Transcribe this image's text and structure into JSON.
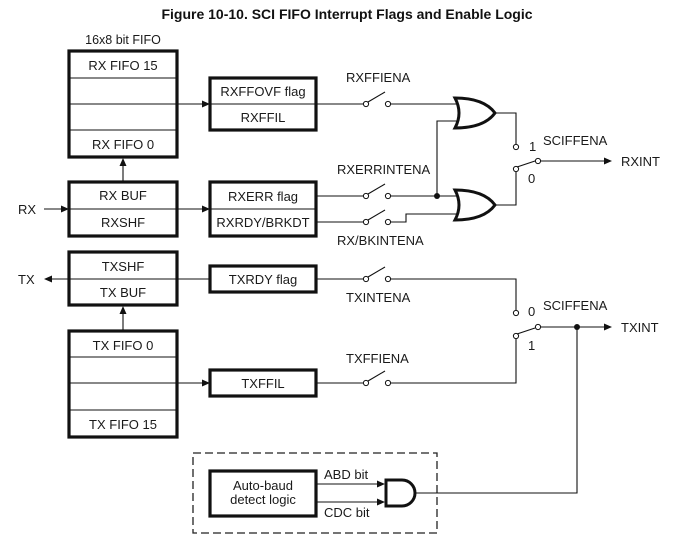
{
  "figure": {
    "title": "Figure 10-10. SCI FIFO Interrupt Flags and Enable Logic",
    "fifo_caption": "16x8 bit FIFO"
  },
  "rx_fifo": {
    "top_label": "RX FIFO 15",
    "bottom_label": "RX FIFO 0"
  },
  "rx_buffer": {
    "upper_label": "RX BUF",
    "lower_label": "RXSHF"
  },
  "tx_buffer": {
    "upper_label": "TXSHF",
    "lower_label": "TX BUF"
  },
  "tx_fifo": {
    "top_label": "TX FIFO 0",
    "bottom_label": "TX FIFO 15"
  },
  "flags": {
    "rxffovf": "RXFFOVF flag",
    "rxffil": "RXFFIL",
    "rxerr": "RXERR flag",
    "rxrdy": "RXRDY/BRKDT",
    "txrdy": "TXRDY flag",
    "txffil": "TXFFIL"
  },
  "enables": {
    "rxffiena": "RXFFIENA",
    "rxerrintena": "RXERRINTENA",
    "rxbkintena": "RX/BKINTENA",
    "txintena": "TXINTENA",
    "txffiena": "TXFFIENA"
  },
  "rx_mux": {
    "select_label": "SCIFFENA",
    "input_1": "1",
    "input_0": "0",
    "output": "RXINT"
  },
  "tx_mux": {
    "select_label": "SCIFFENA",
    "input_0": "0",
    "input_1": "1",
    "output": "TXINT"
  },
  "pins": {
    "rx": "RX",
    "tx": "TX"
  },
  "autobaud": {
    "line1": "Auto-baud",
    "line2": "detect logic",
    "abd": "ABD bit",
    "cdc": "CDC bit"
  }
}
